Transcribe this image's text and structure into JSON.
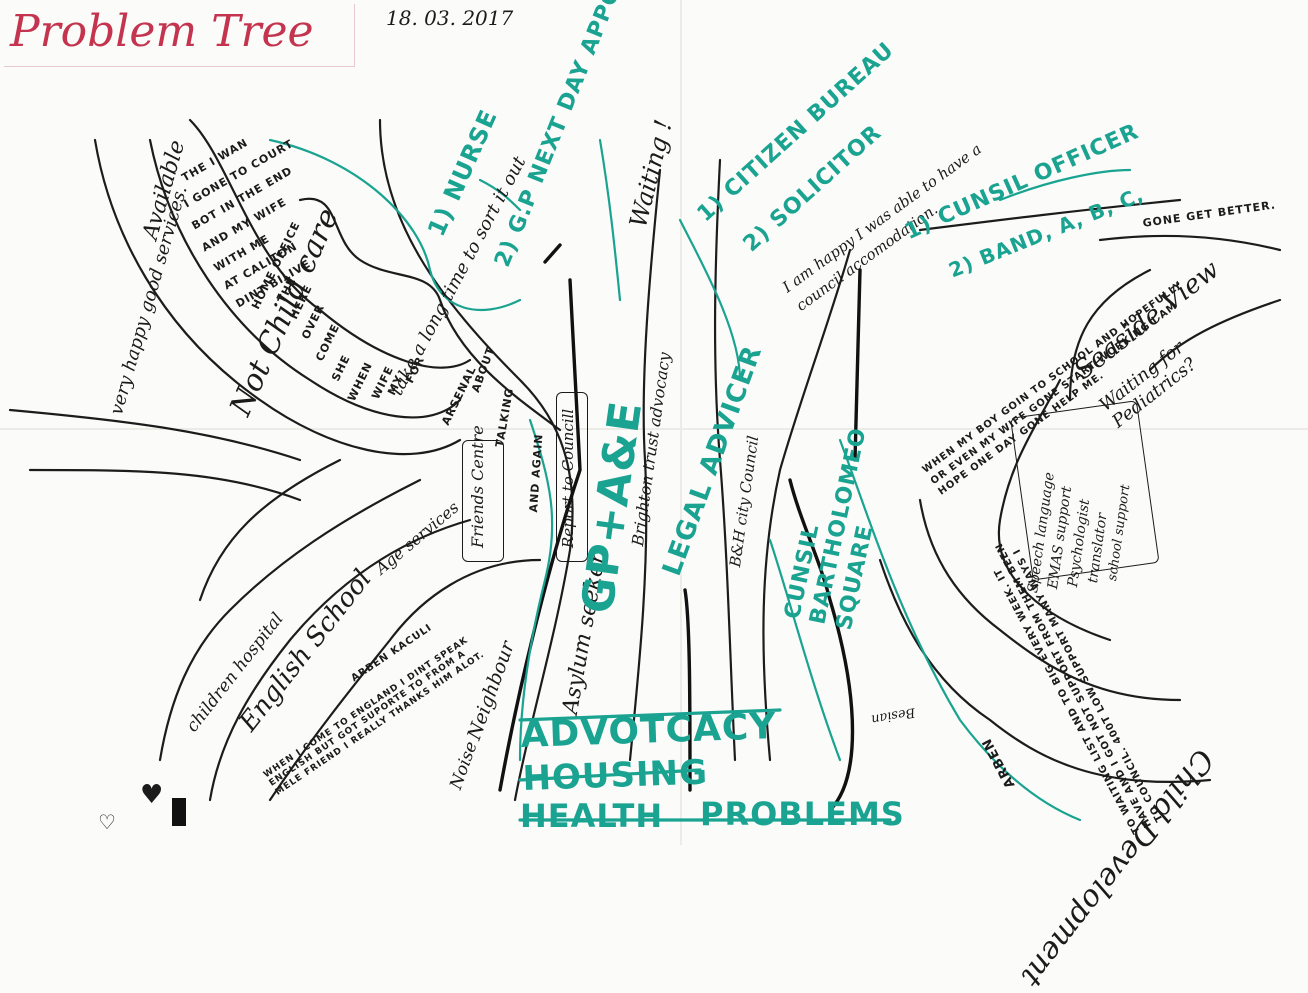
{
  "title": "Problem Tree",
  "date": "18. 03. 2017",
  "colors": {
    "ink": "#1c1c1c",
    "accent_teal": "#1aa391",
    "title_red": "#c4344e",
    "paper": "#fbfbf9"
  },
  "trunk": {
    "problems": [
      "ADVOTCACY",
      "HOUSING",
      "HEALTH",
      "PROBLEMS"
    ]
  },
  "roots": {
    "friends_centre": "Friends Centre",
    "report_to_council": "Report to Councill",
    "noise": "Noise",
    "neighbour": "Neighbour",
    "asylum_seeker": "Asylum seeker",
    "english_school": "English School",
    "children_hospital": "children hospital",
    "age_services": "Age services",
    "brighton_trust_advocacy": "Brighton trust advocacy",
    "gp_ae": "GP+A&E",
    "legal_advicer": "LEGAL ADVICER",
    "bh_city_council": "B&H city Council",
    "council_bartholomew": "CUNSIL BARTHOLOMEO SQUARE",
    "seaside_view": "Seaside View",
    "waiting_for_pediatrics": "Waiting for Pediatrics?",
    "child_development": "Child Development",
    "child_dev_list": [
      "Speech language",
      "EMAS support",
      "Psychologist",
      "translator",
      "school support"
    ],
    "arben_kaculi": "ARBEN KACULI",
    "english_quote": "WHEN I COME TO ENGLAND I DINT SPEAK ENGLISH BUT GOT SUPORTE TO FROM A MELE FRIEND I REALLY THANKS HIM ALOT.",
    "waiting_list_quote": "TO WAITING LIST AND TO BIG EVERY WEEK. IT HAVE AND I GOT NOT SUPPORT FROM THEM BEEN TO COUNCIL. 400T LOW SUPPORT MANY WAYS I",
    "arben_signature": "ARBEN",
    "signature_scribble": "Besian"
  },
  "branches": {
    "very_happy_services": "very happy good services.",
    "not_child_care": "Not Child care",
    "available": "Available",
    "story_words": [
      "THE I WAN",
      "I GONE TO COURT",
      "BOT IN THE END",
      "AND MY WIFE",
      "WITH ME",
      "AT CALITON",
      "DINT BILIVE",
      "HOME OFFICE",
      "THE",
      "HERE",
      "OVER",
      "COME",
      "SHE",
      "WHEN",
      "WIFE",
      "MY",
      "FOR",
      "ARSENAL",
      "ABOUT",
      "TALKING",
      "AND AGAIN"
    ],
    "take_time": "take a long time to sort it out",
    "nurse": "1) NURSE",
    "gp_next_day": "2) G.P NEXT DAY APPOINTMENT",
    "waiting": "Waiting !",
    "citizen_bureau": "1) CITIZEN BUREAU",
    "solicitor": "2) SOLICITOR",
    "happy_council": "I am happy I was able to have a council accomodation.",
    "council_officer": "1) CUNSIL OFFICER",
    "band": "2) BAND, A, B, C,",
    "hope_quote": "WHEN MY BOY GOIN TO SCHOOL AND HOPEFULLY OR EVEN MY WIFE GONE START WORKING I AM HOPE ONE DAY GONE HELP ME.",
    "get_better": "GONE GET BETTER."
  }
}
